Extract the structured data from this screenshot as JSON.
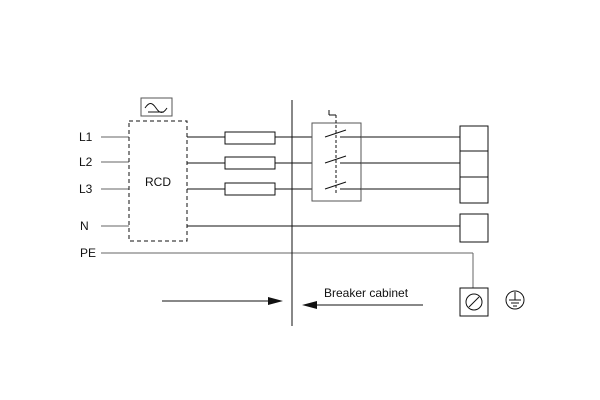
{
  "conductors": {
    "l1": "L1",
    "l2": "L2",
    "l3": "L3",
    "n": "N",
    "pe": "PE"
  },
  "rcd": {
    "label": "RCD",
    "icon": "ac-sine-wave-icon"
  },
  "breaker_cabinet": {
    "label": "Breaker cabinet"
  },
  "symbols": {
    "fuse": "fuse-icon",
    "switch": "three-pole-switch-icon",
    "terminal": "terminal-block-icon",
    "ground_terminal": "ground-terminal-icon",
    "earth": "earth-ground-icon",
    "arrow": "arrow-icon"
  }
}
